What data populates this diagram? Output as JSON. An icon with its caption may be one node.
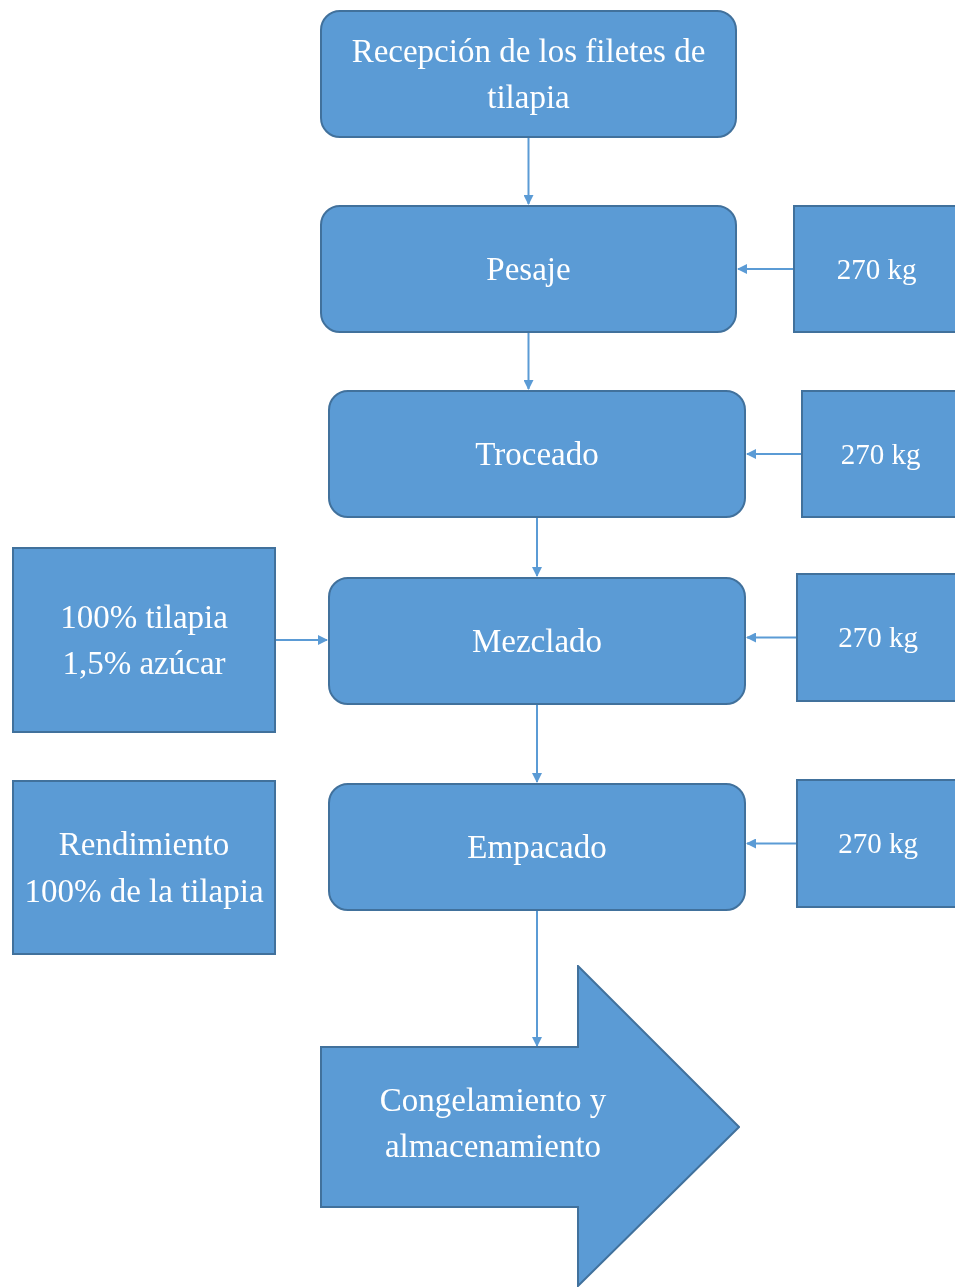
{
  "diagram": {
    "nodes": [
      {
        "text": [
          "Recepción de los filetes de tilapia"
        ]
      },
      {
        "text": [
          "Pesaje"
        ]
      },
      {
        "text": [
          "270 kg"
        ]
      },
      {
        "text": [
          "Troceado"
        ]
      },
      {
        "text": [
          "270 kg"
        ]
      },
      {
        "text": [
          "100% tilapia",
          "1,5% azúcar"
        ]
      },
      {
        "text": [
          "Mezclado"
        ]
      },
      {
        "text": [
          "270 kg"
        ]
      },
      {
        "text": [
          "Rendimiento 100% de la tilapia"
        ]
      },
      {
        "text": [
          "Empacado"
        ]
      },
      {
        "text": [
          "270 kg"
        ]
      },
      {
        "text": [
          "Congelamiento y almacenamiento"
        ]
      }
    ],
    "edges": [
      {
        "from": 0,
        "to": 1,
        "arrow": "to"
      },
      {
        "from": 2,
        "to": 1,
        "arrow": "to"
      },
      {
        "from": 1,
        "to": 3,
        "arrow": "to"
      },
      {
        "from": 4,
        "to": 3,
        "arrow": "to"
      },
      {
        "from": 5,
        "to": 6,
        "arrow": "to"
      },
      {
        "from": 3,
        "to": 6,
        "arrow": "to"
      },
      {
        "from": 7,
        "to": 6,
        "arrow": "to"
      },
      {
        "from": 6,
        "to": 9,
        "arrow": "to"
      },
      {
        "from": 10,
        "to": 9,
        "arrow": "to"
      },
      {
        "from": 9,
        "to": 11,
        "arrow": "to"
      }
    ]
  }
}
